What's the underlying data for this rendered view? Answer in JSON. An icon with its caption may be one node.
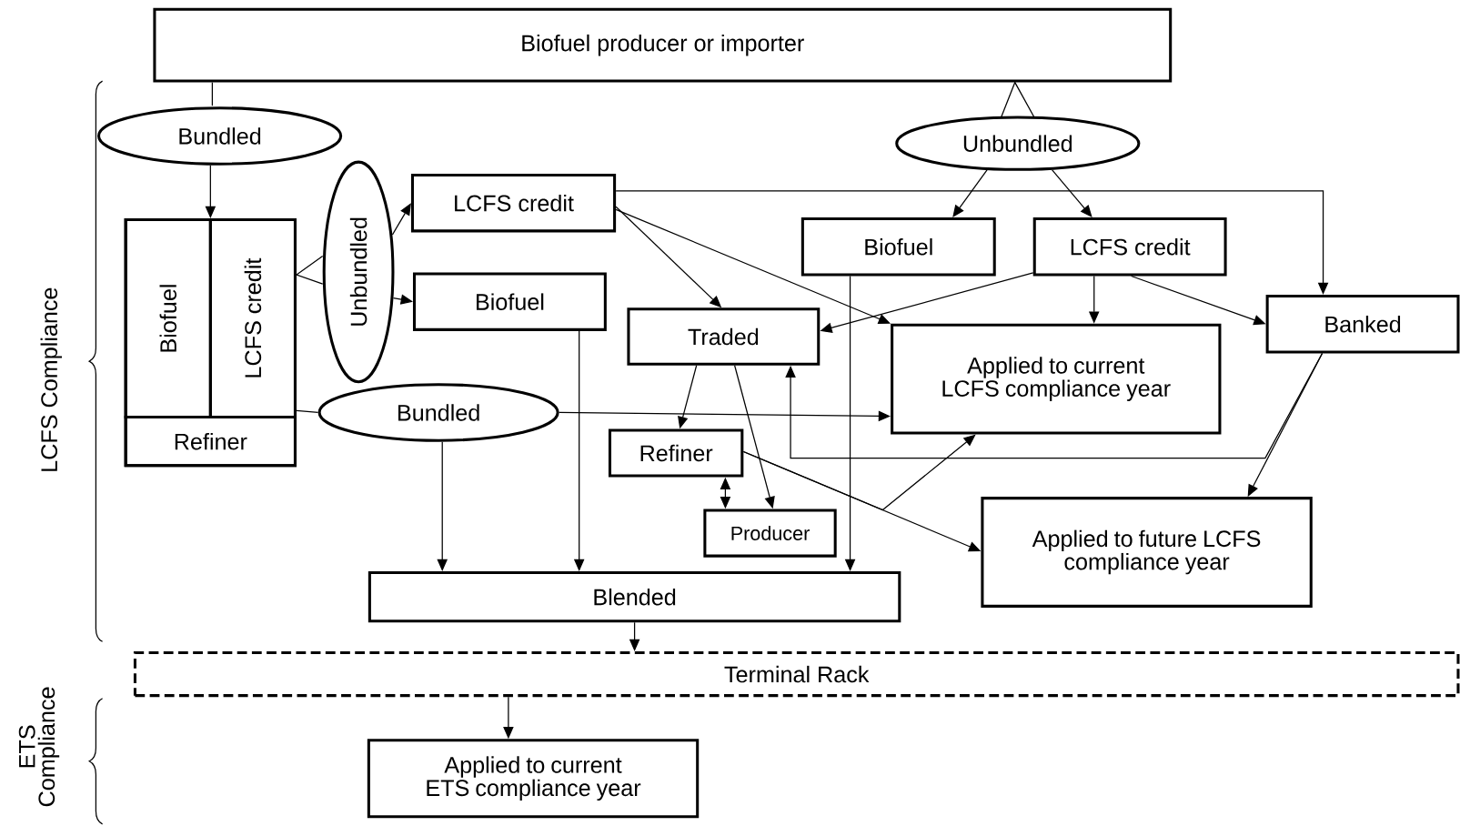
{
  "diagram": {
    "nodes": [
      {
        "text": [
          "Biofuel producer or importer"
        ]
      },
      {
        "text": [
          "Bundled"
        ]
      },
      {
        "text": [
          "Unbundled"
        ]
      },
      {
        "text": [],
        "shape": "box"
      },
      {
        "text": [
          "Biofuel"
        ],
        "in": 3
      },
      {
        "text": [
          "LCFS credit"
        ],
        "in": 3
      },
      {
        "text": [
          "Refiner"
        ],
        "in": 3
      },
      {
        "text": [
          "Unbundled"
        ]
      },
      {
        "text": [
          "LCFS credit"
        ]
      },
      {
        "text": [
          "Biofuel"
        ]
      },
      {
        "text": [
          "Bundled"
        ]
      },
      {
        "text": [
          "Biofuel"
        ]
      },
      {
        "text": [
          "LCFS credit"
        ]
      },
      {
        "text": [
          "Traded"
        ]
      },
      {
        "text": [
          "Banked"
        ]
      },
      {
        "text": [
          "Applied to current LCFS compliance year"
        ]
      },
      {
        "text": [
          "Refiner"
        ]
      },
      {
        "text": [
          "Producer"
        ]
      },
      {
        "text": [
          "Applied to future LCFS compliance year"
        ]
      },
      {
        "text": [
          "Blended"
        ]
      },
      {
        "text": [
          "Terminal Rack"
        ]
      },
      {
        "text": [
          "Applied to current ETS compliance year"
        ]
      }
    ],
    "edges": [
      {
        "from": 0,
        "to": 1,
        "arrow": "none"
      },
      {
        "from": 0,
        "to": 2,
        "arrow": "none"
      },
      {
        "from": 1,
        "to": 3,
        "arrow": "to"
      },
      {
        "from": 5,
        "to": 7,
        "arrow": "none"
      },
      {
        "from": 7,
        "to": 8,
        "arrow": "to"
      },
      {
        "from": 7,
        "to": 9,
        "arrow": "to"
      },
      {
        "from": 3,
        "to": 10,
        "arrow": "none"
      },
      {
        "from": 2,
        "to": 11,
        "arrow": "to"
      },
      {
        "from": 2,
        "to": 12,
        "arrow": "to"
      },
      {
        "from": 8,
        "to": 14,
        "arrow": "to"
      },
      {
        "from": 8,
        "to": 13,
        "arrow": "to"
      },
      {
        "from": 8,
        "to": 15,
        "arrow": "to"
      },
      {
        "from": 12,
        "to": 13,
        "arrow": "to"
      },
      {
        "from": 12,
        "to": 15,
        "arrow": "to"
      },
      {
        "from": 12,
        "to": 14,
        "arrow": "to"
      },
      {
        "from": 10,
        "to": 15,
        "arrow": "to"
      },
      {
        "from": 10,
        "to": 19,
        "arrow": "to"
      },
      {
        "from": 9,
        "to": 19,
        "arrow": "to"
      },
      {
        "from": 11,
        "to": 19,
        "arrow": "to"
      },
      {
        "from": 13,
        "to": 16,
        "arrow": "to"
      },
      {
        "from": 13,
        "to": 17,
        "arrow": "to"
      },
      {
        "from": 16,
        "to": 17,
        "arrow": "both"
      },
      {
        "from": 16,
        "to": 18,
        "arrow": "to"
      },
      {
        "from": 16,
        "to": 15,
        "arrow": "to"
      },
      {
        "from": 14,
        "to": 18,
        "arrow": "to"
      },
      {
        "from": 14,
        "to": 13,
        "arrow": "to"
      },
      {
        "from": 19,
        "to": 20,
        "arrow": "to"
      },
      {
        "from": 20,
        "to": 21,
        "arrow": "to"
      }
    ],
    "labels": [
      "LCFS Compliance",
      "ETS Compliance"
    ]
  }
}
